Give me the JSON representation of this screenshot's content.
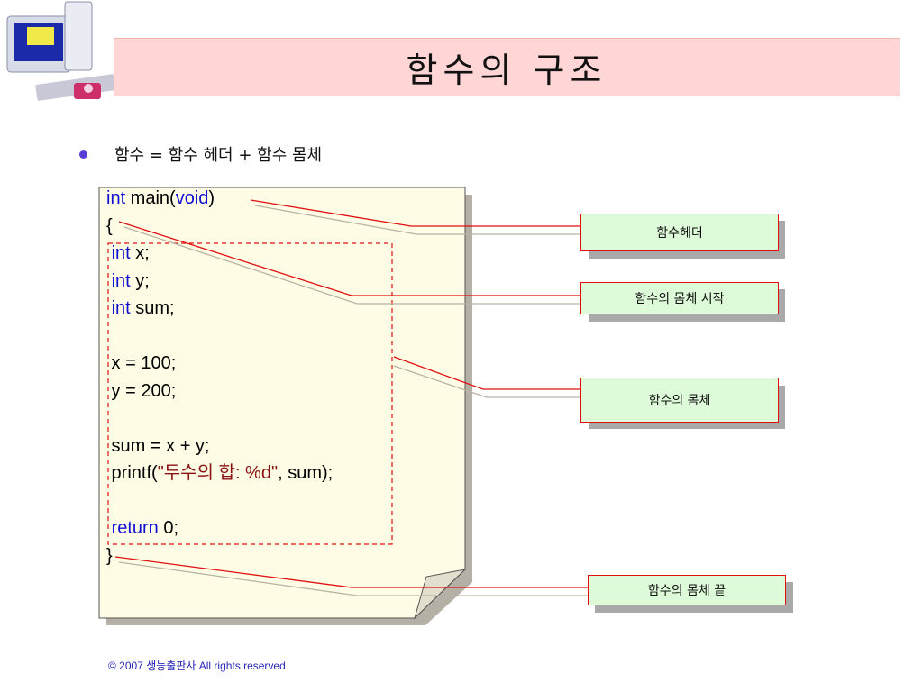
{
  "slide": {
    "title": "함수의 구조",
    "bullet": "함수 = 함수 헤더 +  함수 몸체",
    "copyright": "© 2007 생능출판사  All rights reserved"
  },
  "code": {
    "lines": [
      [
        {
          "t": "int",
          "c": "kw"
        },
        {
          "t": " main("
        },
        {
          "t": "void",
          "c": "kw"
        },
        {
          "t": ")"
        }
      ],
      [
        {
          "t": "{"
        }
      ],
      [
        {
          "t": " "
        },
        {
          "t": "int",
          "c": "kw"
        },
        {
          "t": " x;"
        }
      ],
      [
        {
          "t": " "
        },
        {
          "t": "int",
          "c": "kw"
        },
        {
          "t": " y;"
        }
      ],
      [
        {
          "t": " "
        },
        {
          "t": "int",
          "c": "kw"
        },
        {
          "t": " sum;"
        }
      ],
      [
        {
          "t": ""
        }
      ],
      [
        {
          "t": " x = 100;"
        }
      ],
      [
        {
          "t": " y = 200;"
        }
      ],
      [
        {
          "t": ""
        }
      ],
      [
        {
          "t": " sum = x + y;"
        }
      ],
      [
        {
          "t": " printf("
        },
        {
          "t": "\"두수의 합: %d\"",
          "c": "str"
        },
        {
          "t": ", sum);"
        }
      ],
      [
        {
          "t": ""
        }
      ],
      [
        {
          "t": " "
        },
        {
          "t": "return",
          "c": "kw"
        },
        {
          "t": " 0;"
        }
      ],
      [
        {
          "t": "}"
        }
      ]
    ]
  },
  "labels": {
    "header": "함수헤더",
    "body_start": "함수의 몸체 시작",
    "body": "함수의 몸체",
    "body_end": "함수의 몸체 끝"
  },
  "colors": {
    "title_bg": "#ffd5d5",
    "label_bg": "#ddfbd8",
    "leader_red": "#e01010",
    "keyword_blue": "#1010d0",
    "string_red": "#8a1111",
    "page_bg": "#fffce6",
    "page_shadow": "#b5b0a6",
    "bullet": "#5b3dd6"
  }
}
